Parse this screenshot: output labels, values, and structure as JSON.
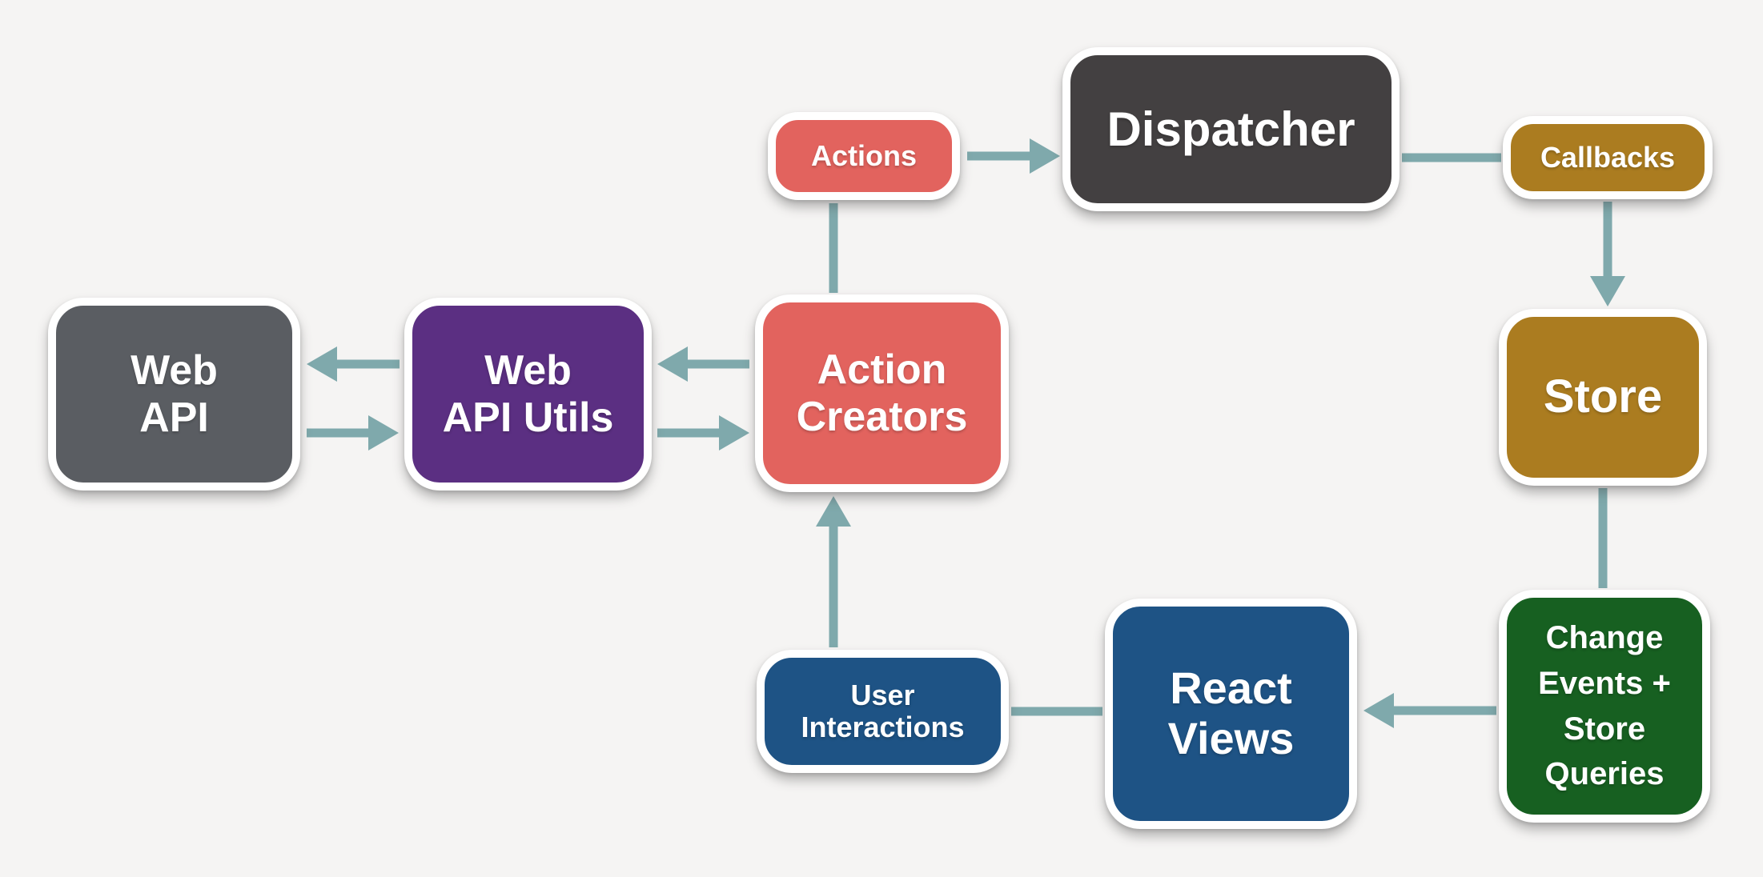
{
  "diagram": {
    "colors": {
      "background": "#f5f4f3",
      "arrow": "#7fa9ac",
      "node_text": "#ffffff",
      "node_border": "#ffffff",
      "salmon": "#e2635e",
      "dark_gray": "#434041",
      "gold": "#ab7c20",
      "green": "#176021",
      "blue": "#1e5385",
      "gray": "#5a5d62",
      "purple": "#5b2f82"
    },
    "nodes": {
      "web_api": {
        "label": "Web\nAPI",
        "color": "#5a5d62"
      },
      "web_api_utils": {
        "label": "Web\nAPI Utils",
        "color": "#5b2f82"
      },
      "action_creators": {
        "label": "Action\nCreators",
        "color": "#e2635e"
      },
      "actions": {
        "label": "Actions",
        "color": "#e2635e"
      },
      "dispatcher": {
        "label": "Dispatcher",
        "color": "#434041"
      },
      "callbacks": {
        "label": "Callbacks",
        "color": "#ab7c20"
      },
      "store": {
        "label": "Store",
        "color": "#ab7c20"
      },
      "change_events": {
        "label": "Change\nEvents +\nStore\nQueries",
        "color": "#176021"
      },
      "react_views": {
        "label": "React\nViews",
        "color": "#1e5385"
      },
      "user_interactions": {
        "label": "User\nInteractions",
        "color": "#1e5385"
      }
    },
    "edges": [
      {
        "from": "actions",
        "to": "dispatcher",
        "arrowhead": true
      },
      {
        "from": "action_creators",
        "to": "actions",
        "arrowhead": false
      },
      {
        "from": "dispatcher",
        "to": "callbacks",
        "arrowhead": false
      },
      {
        "from": "callbacks",
        "to": "store",
        "arrowhead": true
      },
      {
        "from": "store",
        "to": "change_events",
        "arrowhead": false
      },
      {
        "from": "change_events",
        "to": "react_views",
        "arrowhead": true
      },
      {
        "from": "react_views",
        "to": "user_interactions",
        "arrowhead": false
      },
      {
        "from": "user_interactions",
        "to": "action_creators",
        "arrowhead": true
      },
      {
        "from": "action_creators",
        "to": "web_api_utils",
        "arrowhead": true
      },
      {
        "from": "web_api_utils",
        "to": "action_creators",
        "arrowhead": true
      },
      {
        "from": "web_api_utils",
        "to": "web_api",
        "arrowhead": true
      },
      {
        "from": "web_api",
        "to": "web_api_utils",
        "arrowhead": true
      }
    ]
  }
}
